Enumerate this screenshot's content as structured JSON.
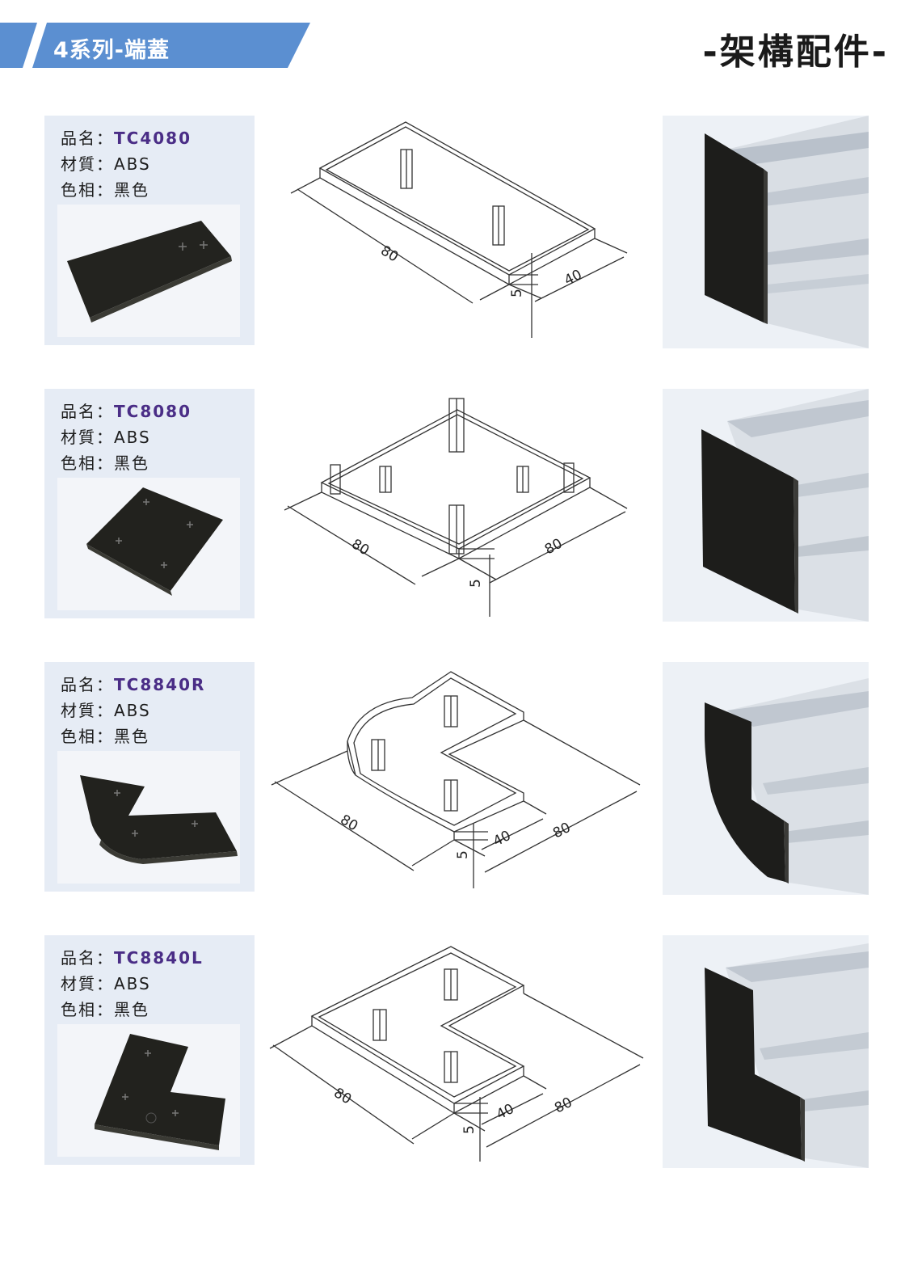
{
  "header": {
    "series_title": "4系列-端蓋",
    "category": "-架構配件-"
  },
  "labels": {
    "name": "品名",
    "material": "材質",
    "color": "色相",
    "sep": "："
  },
  "products": [
    {
      "model": "TC4080",
      "material": "ABS",
      "color": "黑色",
      "dims": [
        "80",
        "40",
        "5"
      ]
    },
    {
      "model": "TC8080",
      "material": "ABS",
      "color": "黑色",
      "dims": [
        "80",
        "80",
        "5"
      ]
    },
    {
      "model": "TC8840R",
      "material": "ABS",
      "color": "黑色",
      "dims": [
        "80",
        "40",
        "80",
        "5"
      ]
    },
    {
      "model": "TC8840L",
      "material": "ABS",
      "color": "黑色",
      "dims": [
        "80",
        "40",
        "80",
        "5"
      ]
    }
  ],
  "colors": {
    "banner": "#5b8fd1",
    "info_bg": "#e6ecf5",
    "model": "#4a2d86",
    "cap": "#1e1e1c"
  }
}
